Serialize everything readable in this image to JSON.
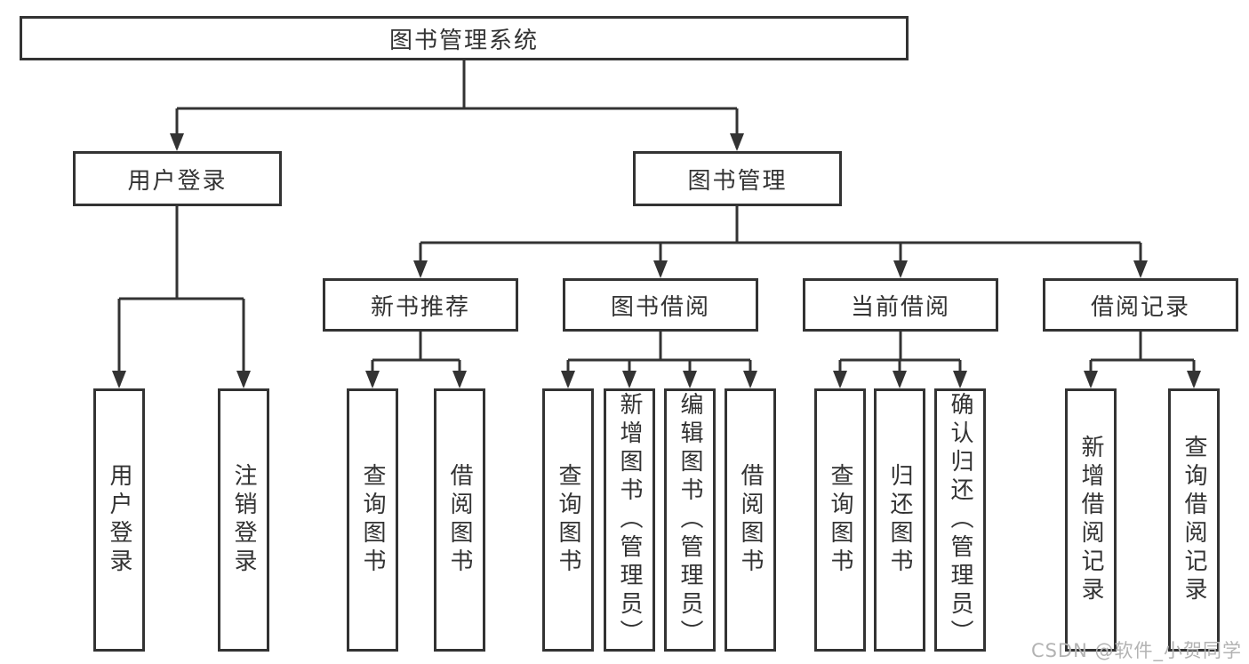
{
  "tree": {
    "root": {
      "label": "图书管理系统"
    },
    "branches": [
      {
        "label": "用户登录",
        "children": [
          {
            "label": "用户登录"
          },
          {
            "label": "注销登录"
          }
        ]
      },
      {
        "label": "图书管理",
        "children": [
          {
            "label": "新书推荐",
            "children": [
              {
                "label": "查询图书"
              },
              {
                "label": "借阅图书"
              }
            ]
          },
          {
            "label": "图书借阅",
            "children": [
              {
                "label": "查询图书"
              },
              {
                "label": "新增图书（管理员）"
              },
              {
                "label": "编辑图书（管理员）"
              },
              {
                "label": "借阅图书"
              }
            ]
          },
          {
            "label": "当前借阅",
            "children": [
              {
                "label": "查询图书"
              },
              {
                "label": "归还图书"
              },
              {
                "label": "确认归还（管理员）"
              }
            ]
          },
          {
            "label": "借阅记录",
            "children": [
              {
                "label": "新增借阅记录"
              },
              {
                "label": "查询借阅记录"
              }
            ]
          }
        ]
      }
    ]
  },
  "watermark": {
    "text": "CSDN @软件_小贺同学"
  },
  "colors": {
    "line": "#333333",
    "text": "#333333",
    "watermark": "#b3b3b3",
    "bg": "#ffffff"
  }
}
